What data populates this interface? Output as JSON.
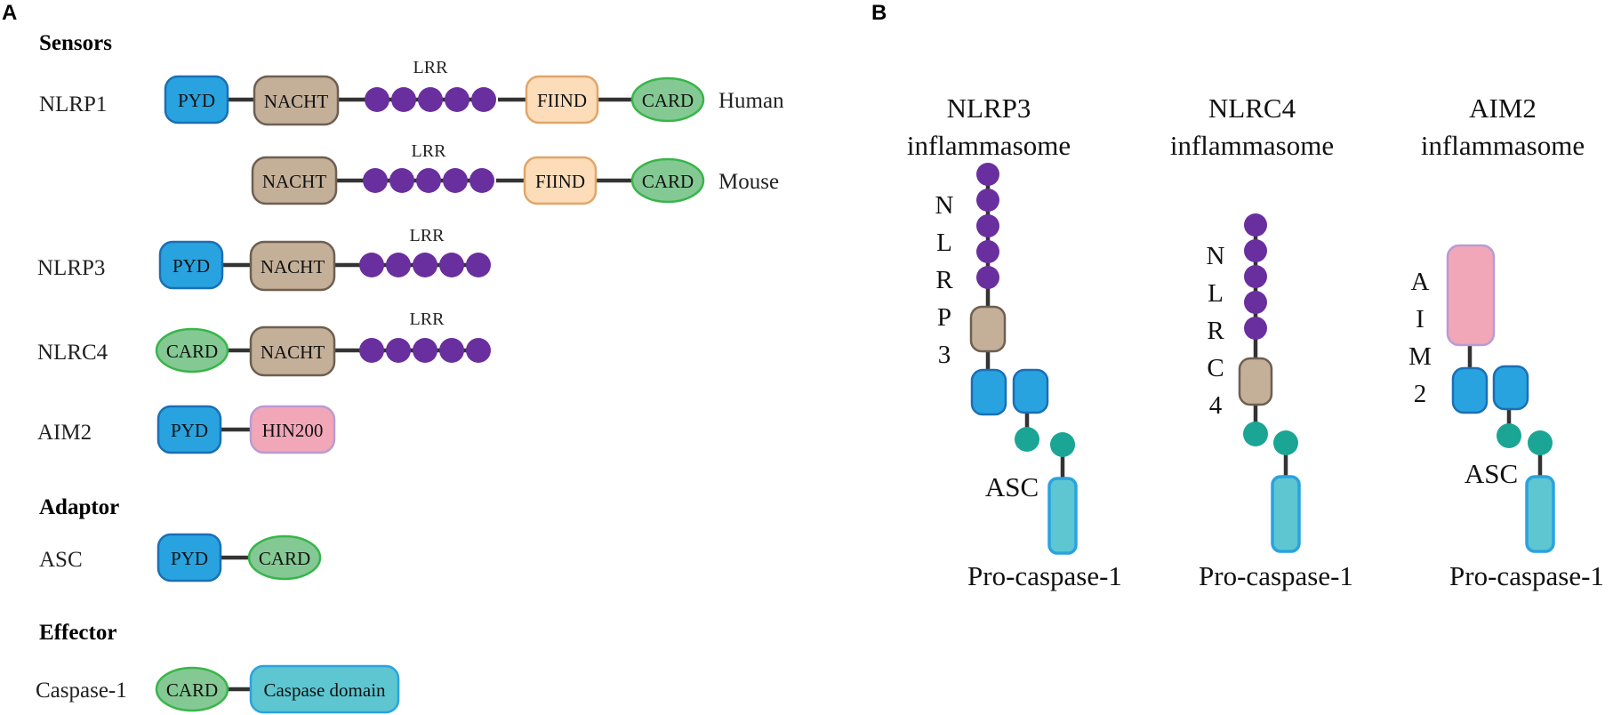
{
  "panels": {
    "a": "A",
    "b": "B"
  },
  "panel_a": {
    "headings": {
      "sensors": "Sensors",
      "adaptor": "Adaptor",
      "effector": "Effector"
    },
    "rows": {
      "nlrp1": "NLRP1",
      "nlrp3": "NLRP3",
      "nlrc4": "NLRC4",
      "aim2": "AIM2",
      "asc": "ASC",
      "caspase1": "Caspase-1"
    },
    "species": {
      "human": "Human",
      "mouse": "Mouse"
    },
    "domains": {
      "pyd": "PYD",
      "nacht": "NACHT",
      "lrr": "LRR",
      "fiind": "FIIND",
      "card": "CARD",
      "hin200": "HIN200",
      "caspase_domain": "Caspase domain"
    }
  },
  "panel_b": {
    "complexes": [
      {
        "name": "NLRP3",
        "suffix": "inflammasome",
        "vertical": [
          "N",
          "L",
          "R",
          "P",
          "3"
        ]
      },
      {
        "name": "NLRC4",
        "suffix": "inflammasome",
        "vertical": [
          "N",
          "L",
          "R",
          "C",
          "4"
        ]
      },
      {
        "name": "AIM2",
        "suffix": "inflammasome",
        "vertical": [
          "A",
          "I",
          "M",
          "2"
        ]
      }
    ],
    "asc_label": "ASC",
    "procaspase_label": "Pro-caspase-1"
  },
  "colors": {
    "pyd": "#29a3e0",
    "pyd_stroke": "#1a6fb5",
    "nacht": "#c4b098",
    "nacht_stroke": "#6e5f52",
    "lrr": "#6a2f9e",
    "fiind": "#fcdcb9",
    "fiind_stroke": "#e0a66a",
    "card": "#84c994",
    "card_stroke": "#38b54a",
    "hin200": "#f1a7b8",
    "hin200_stroke": "#b99bd4",
    "caspase": "#5dc6d0",
    "caspase_stroke": "#29a3e0",
    "asc_card": "#1aa595"
  }
}
